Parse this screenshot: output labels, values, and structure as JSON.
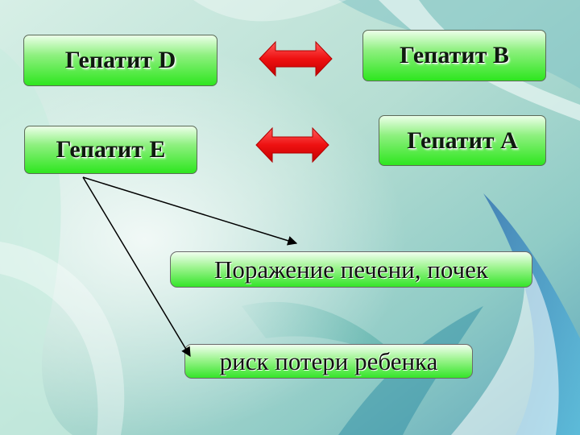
{
  "boxes": {
    "hep_d": "Гепатит D",
    "hep_b": "Гепатит B",
    "hep_e": "Гепатит E",
    "hep_a": "Гепатит A",
    "liver_kidney": "Поражение печени,  почек",
    "child_loss": "риск потери ребенка"
  },
  "colors": {
    "box_fill": "#3fe82f",
    "arrow_red": "#ee1111",
    "connector": "#000000"
  },
  "icons": [
    "double-headed-arrow-icon",
    "double-headed-arrow-icon",
    "arrow-connector",
    "arrow-connector"
  ]
}
